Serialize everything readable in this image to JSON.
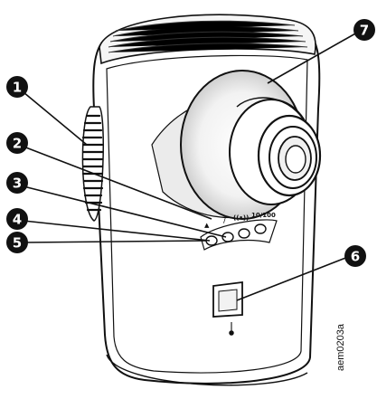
{
  "figure": {
    "code": "aem0203a",
    "indicator_labels": [
      "▲",
      "/",
      "((•))",
      "10/100"
    ]
  },
  "callouts": [
    {
      "id": "1",
      "number": "1"
    },
    {
      "id": "2",
      "number": "2"
    },
    {
      "id": "3",
      "number": "3"
    },
    {
      "id": "4",
      "number": "4"
    },
    {
      "id": "5",
      "number": "5"
    },
    {
      "id": "6",
      "number": "6"
    },
    {
      "id": "7",
      "number": "7"
    }
  ],
  "colors": {
    "outline": "#111111",
    "callout_fill": "#111111",
    "callout_text": "#ffffff",
    "background": "#ffffff",
    "shade": "#e6e6e6"
  }
}
